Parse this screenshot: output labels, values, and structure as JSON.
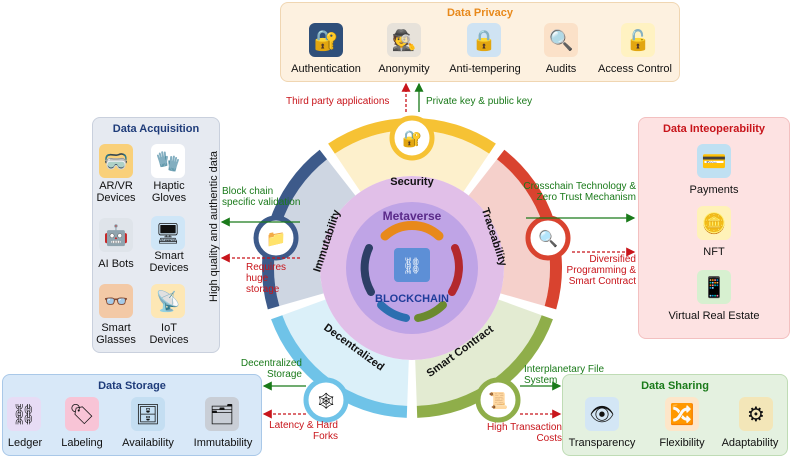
{
  "privacy": {
    "title": "Data Privacy",
    "items": [
      "Authentication",
      "Anonymity",
      "Anti-tempering",
      "Audits",
      "Access Control"
    ]
  },
  "acquisition": {
    "title": "Data Acquisition",
    "items": [
      "AR/VR Devices",
      "Haptic Gloves",
      "AI Bots",
      "Smart Devices",
      "Smart Glasses",
      "IoT Devices"
    ],
    "side_label": "High quality and authentic data"
  },
  "interop": {
    "title": "Data Inteoperability",
    "items": [
      "Payments",
      "NFT",
      "Virtual Real Estate"
    ]
  },
  "storage": {
    "title": "Data Storage",
    "items": [
      "Ledger",
      "Labeling",
      "Availability",
      "Immutability"
    ]
  },
  "sharing": {
    "title": "Data Sharing",
    "items": [
      "Transparency",
      "Flexibility",
      "Adaptability"
    ]
  },
  "wheel": {
    "center_top": "Metaverse",
    "center_bottom": "BLOCKCHAIN",
    "segments": [
      "Security",
      "Traceability",
      "Smart Contract",
      "Decentralized",
      "Immutability"
    ]
  },
  "notes": {
    "third_party": "Third party applications",
    "private_key": "Private key & public key",
    "block_chain_validation": "Block chain specific validation",
    "requires_storage": "Requires huge storage",
    "crosschain": "Crosschain Technology & Zero Trust Mechanism",
    "diversified": "Diversified Programming & Smart Contract",
    "decentralized_storage": "Decentralized Storage",
    "latency": "Latency & Hard Forks",
    "interplanetary": "Interplanetary File System",
    "high_tx": "High Transaction Costs"
  },
  "colors": {
    "security": "#f6c234",
    "traceability": "#d9432f",
    "smart_contract": "#8fae4a",
    "decentralized": "#6fc3e8",
    "immutability": "#3d5a8a",
    "privacy_bg": "#fdf1e0",
    "acquisition_bg": "#e6eaf1",
    "interop_bg": "#fde2e2",
    "storage_bg": "#d8e8f8",
    "sharing_bg": "#e4f1e0"
  }
}
